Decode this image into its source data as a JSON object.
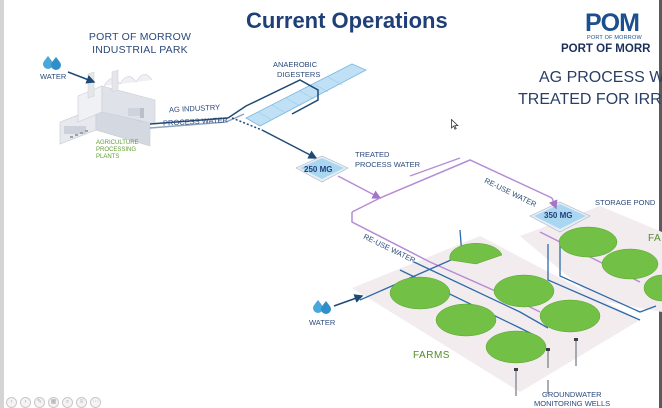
{
  "title": "Current Operations",
  "park_title": "PORT OF MORROW INDUSTRIAL PARK",
  "logo": {
    "letters": "POM",
    "subtitle": "PORT OF MORROW"
  },
  "port_name": "PORT OF MORR",
  "headline": {
    "line1": "AG PROCESS W",
    "line2": "TREATED FOR IRR"
  },
  "labels": {
    "water_top": "WATER",
    "water_bottom": "WATER",
    "ag_plants": "AGRICULTURE PROCESSING PLANTS",
    "ag_industry": "AG INDUSTRY",
    "process_water": "PROCESS WATER",
    "digesters": "ANAEROBIC DIGESTERS",
    "treated": "TREATED",
    "treated2": "PROCESS WATER",
    "reuse_1": "RE-USE WATER",
    "reuse_2": "RE-USE WATER",
    "storage_pond": "STORAGE POND",
    "farms": "FARMS",
    "farms_right": "FA",
    "groundwater": "GROUNDWATER",
    "monitoring_wells": "MONITORING WELLS"
  },
  "ponds": {
    "lagoon_capacity": "250 MG",
    "storage_capacity": "350 MG"
  },
  "colors": {
    "title": "#1f3f78",
    "pipe_dark": "#1e4a74",
    "pipe_purple": "#b58cd6",
    "water_blue": "#4aa7d9",
    "farm_green": "#6ebf3d",
    "field_bg": "#f1e9ec"
  },
  "icons": {
    "water": "water-drops-icon",
    "cursor": "mouse-pointer-icon"
  },
  "toolbar_icons": [
    "prev",
    "next",
    "pen",
    "grid",
    "zoom",
    "menu",
    "more"
  ]
}
